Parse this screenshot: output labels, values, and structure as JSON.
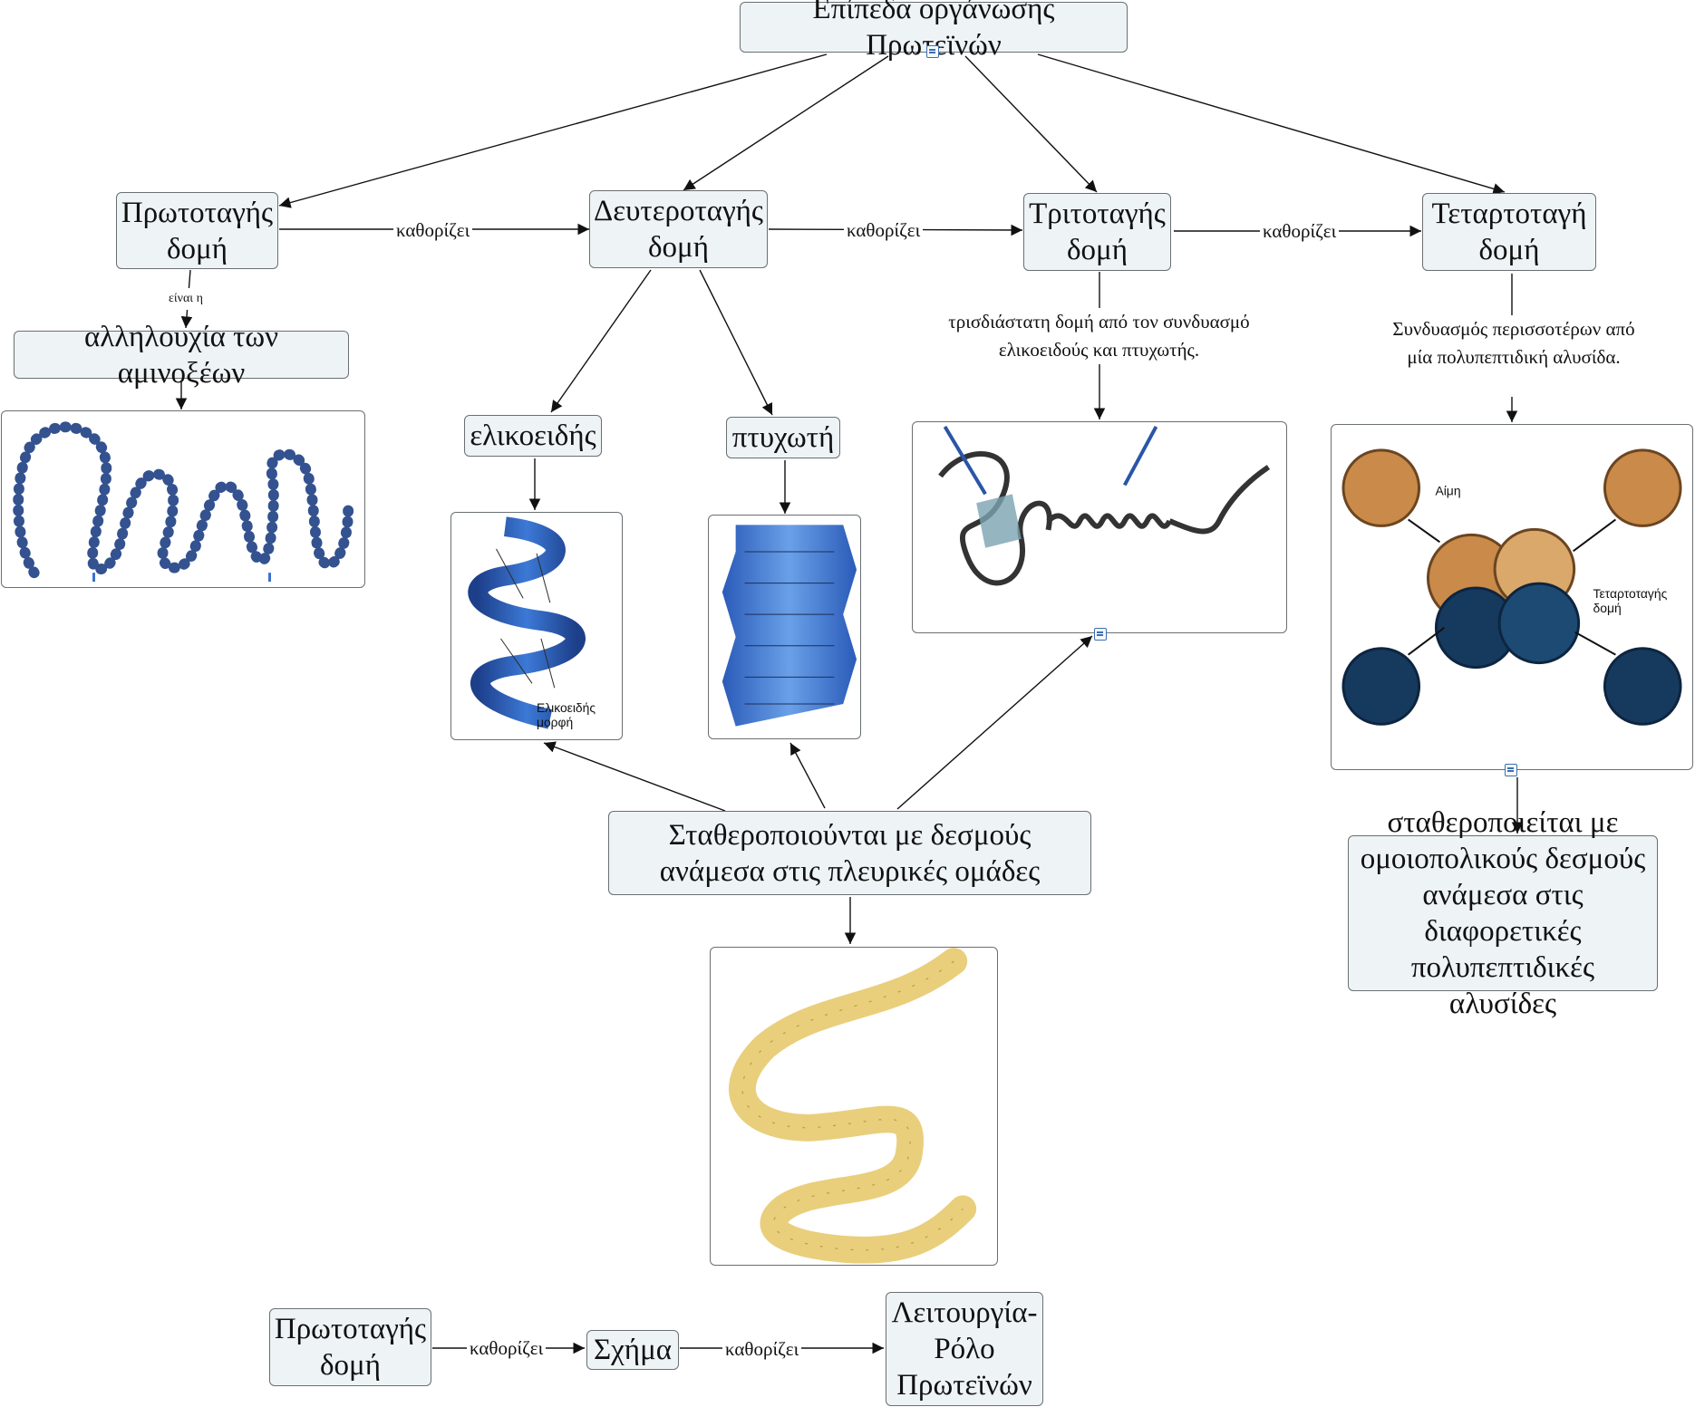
{
  "nodes": {
    "root": "Επίπεδα οργάνωσης Πρωτεϊνών",
    "primary": "Πρωτοταγής δομή",
    "secondary": "Δευτεροταγής δομή",
    "tertiary": "Τριτοταγής δομή",
    "quaternary": "Τεταρτοταγή δομή",
    "sequence": "αλληλουχία των αμινοξέων",
    "helical": "ελικοειδής",
    "pleated": "πτυχωτή",
    "stabilized": "Σταθεροποιούνται με δεσμούς ανάμεσα στις πλευρικές ομάδες",
    "quat_stabilized": "σταθεροποιείται με ομοιοπολικούς δεσμούς ανάμεσα στις διαφορετικές πολυπεπτιδικές αλυσίδες",
    "bottom_primary": "Πρωτοταγής δομή",
    "shape": "Σχήμα",
    "function": "Λειτουργία-Ρόλο Πρωτεϊνών"
  },
  "links": {
    "determines": "καθορίζει",
    "is_the": "είναι η"
  },
  "notes": {
    "tertiary_desc": "τρισδιάστατη δομή από τον συνδυασμό ελικοειδούς και πτυχωτής.",
    "quaternary_desc": "Συνδυασμός περισσοτέρων από μία πολυπεπτιδική αλυσίδα."
  },
  "image_text": {
    "helix_caption_1": "Ελικοειδής",
    "helix_caption_2": "μορφή",
    "heme": "Αίμη",
    "quat_caption_1": "Τεταρτοταγής",
    "quat_caption_2": "δομή"
  },
  "colors": {
    "node_fill": "#eef4f6",
    "node_border": "#6a6f72",
    "helix_blue": "#2f5fb5",
    "bead_blue": "#33528f",
    "orange": "#c98a4a",
    "navy": "#163a5e",
    "ribbon_yellow": "#e9cf7c"
  }
}
